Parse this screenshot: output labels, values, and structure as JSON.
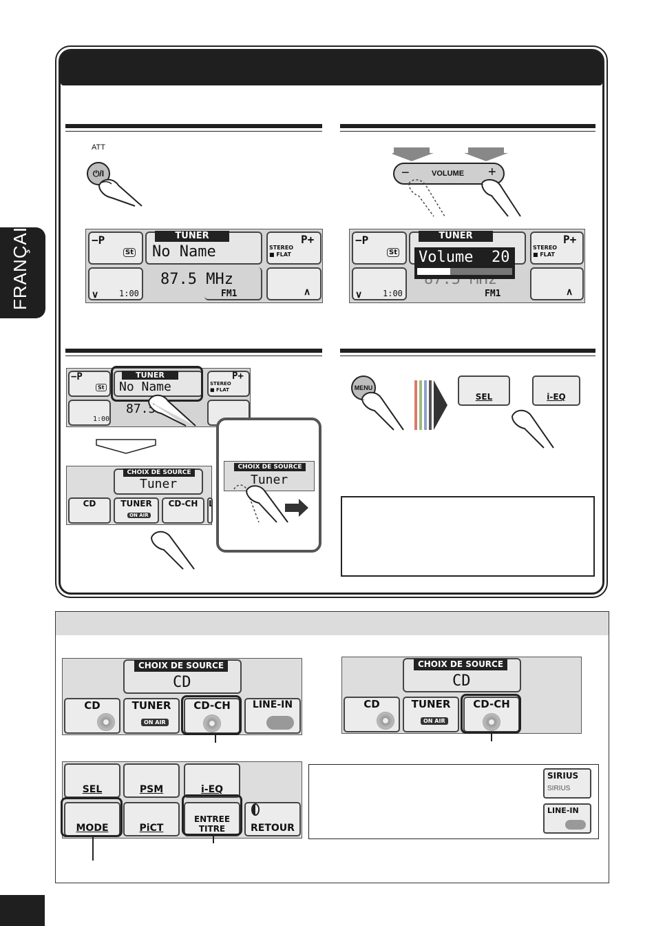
{
  "side_tab": {
    "label": "FRANÇAIS"
  },
  "step1": {
    "button_label": "ATT",
    "power_icon_label": "⏻/I",
    "lcd": {
      "p_minus": "−P",
      "st": "St",
      "source": "TUNER",
      "station_name": "No Name",
      "stereo": "STEREO",
      "flat": "■ FLAT",
      "p_plus": "P+",
      "clock": "1:00",
      "frequency": "87.5 MHz",
      "band": "FM1"
    }
  },
  "step2": {
    "volume_label": "VOLUME",
    "minus": "−",
    "plus": "+",
    "lcd": {
      "p_minus": "−P",
      "st": "St",
      "source": "TUNER",
      "volume_text": "Volume",
      "volume_value": "20",
      "volume_fraction": 0.35,
      "stereo": "STEREO",
      "flat": "■ FLAT",
      "p_plus": "P+",
      "clock": "1:00",
      "frequency_partial": "87.5 MHz",
      "band": "FM1"
    }
  },
  "step3": {
    "lcd_top": {
      "p_minus": "−P",
      "st": "St",
      "source": "TUNER",
      "station_name": "No Name",
      "stereo": "STEREO",
      "flat": "■ FLAT",
      "p_plus": "P+",
      "clock": "1:00",
      "frequency_partial": "87.5"
    },
    "lcd_bottom": {
      "title": "CHOIX DE SOURCE",
      "source": "Tuner",
      "buttons": [
        "CD",
        "TUNER",
        "CD-CH",
        "L"
      ],
      "on_air": "ON AIR"
    },
    "zoom": {
      "title": "CHOIX DE SOURCE",
      "source": "Tuner"
    }
  },
  "step4": {
    "menu_label": "MENU",
    "sel_label": "SEL",
    "ieq_label": "i-EQ"
  },
  "section2": {
    "lcd_left": {
      "title": "CHOIX DE SOURCE",
      "source": "CD",
      "buttons": [
        "CD",
        "TUNER",
        "CD-CH",
        "LINE-IN"
      ],
      "on_air": "ON AIR"
    },
    "lcd_right": {
      "title": "CHOIX DE SOURCE",
      "source": "CD",
      "buttons": [
        "CD",
        "TUNER",
        "CD-CH"
      ],
      "on_air": "ON AIR"
    },
    "menu_lcd": {
      "row1": [
        "SEL",
        "PSM",
        "i-EQ"
      ],
      "row2": [
        "MODE",
        "PiCT",
        "ENTREE TITRE",
        "RETOUR"
      ]
    },
    "icons": {
      "sirius_top": "SIRIUS",
      "sirius_bottom": "SIRIUS",
      "linein": "LINE-IN"
    }
  }
}
